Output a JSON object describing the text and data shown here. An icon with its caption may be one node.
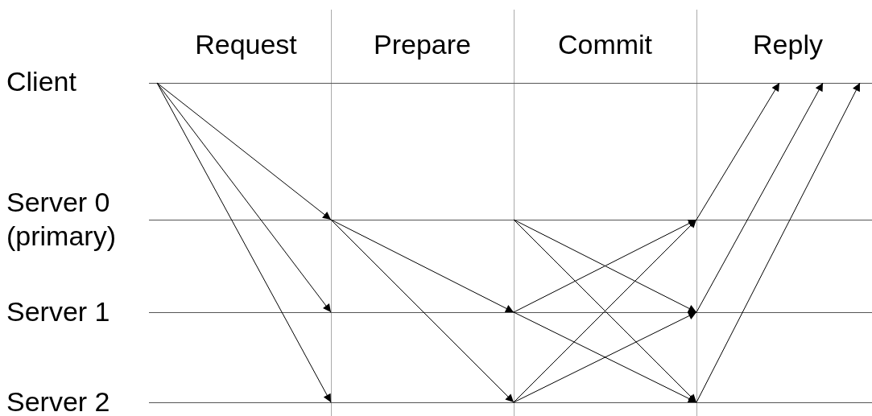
{
  "diagram": {
    "nodes": [
      {
        "text": [
          "Client"
        ]
      },
      {
        "text": [
          "Server 0 (primary)"
        ]
      },
      {
        "text": [
          "Server 1"
        ]
      },
      {
        "text": [
          "Server 2"
        ]
      }
    ],
    "edges": [
      {
        "from": 0,
        "to": 1,
        "arrow": "to"
      },
      {
        "from": 0,
        "to": 2,
        "arrow": "to"
      },
      {
        "from": 0,
        "to": 3,
        "arrow": "to"
      },
      {
        "from": 1,
        "to": 2,
        "arrow": "to"
      },
      {
        "from": 1,
        "to": 3,
        "arrow": "to"
      },
      {
        "from": 1,
        "to": 2,
        "arrow": "to"
      },
      {
        "from": 1,
        "to": 3,
        "arrow": "to"
      },
      {
        "from": 2,
        "to": 1,
        "arrow": "to"
      },
      {
        "from": 2,
        "to": 3,
        "arrow": "to"
      },
      {
        "from": 3,
        "to": 1,
        "arrow": "to"
      },
      {
        "from": 3,
        "to": 2,
        "arrow": "to"
      },
      {
        "from": 1,
        "to": 0,
        "arrow": "to"
      },
      {
        "from": 2,
        "to": 0,
        "arrow": "to"
      },
      {
        "from": 3,
        "to": 0,
        "arrow": "to"
      }
    ],
    "labels": [
      "Request",
      "Prepare",
      "Commit",
      "Reply"
    ]
  }
}
